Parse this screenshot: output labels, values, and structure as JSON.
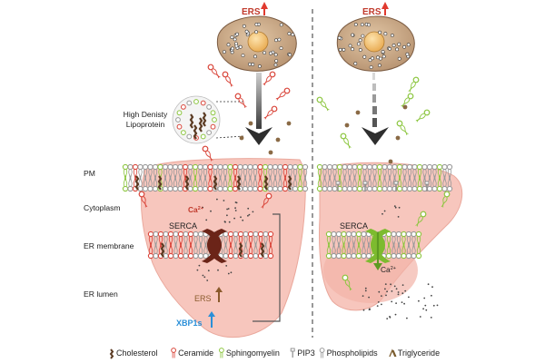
{
  "labels": {
    "ers": "ERS",
    "hdl_line1": "High Denisty",
    "hdl_line2": "Lipoprotein",
    "pm": "PM",
    "cytoplasm": "Cytoplasm",
    "er_membrane": "ER membrane",
    "er_lumen": "ER lumen",
    "serca": "SERCA",
    "ca": "Ca",
    "ca_sup": "2+",
    "xbp1s": "XBP1s"
  },
  "legend": [
    {
      "key": "cholesterol",
      "label": "Cholesterol"
    },
    {
      "key": "ceramide",
      "label": "Ceramide"
    },
    {
      "key": "sphingomyelin",
      "label": "Sphingomyelin"
    },
    {
      "key": "pip3",
      "label": "PIP3"
    },
    {
      "key": "phospholipids",
      "label": "Phospholipids"
    },
    {
      "key": "triglyceride",
      "label": "Triglyceride"
    }
  ],
  "colors": {
    "liver": "#f7c6bd",
    "liver_edge": "#eaa89c",
    "er_region": "#f2b3a8",
    "ceramide": "#d9453a",
    "sphingomyelin": "#8cc63f",
    "cholesterol": "#5a3a22",
    "pip3": "#8c8c8c",
    "phospholipid": "#9a9a9a",
    "triglyceride": "#7a5c2e",
    "serca_left": "#6b2418",
    "serca_right": "#7dbb2f",
    "ers_arrow": "#e03a2f",
    "ers_label": "#c0392b",
    "xbp1s": "#2a8fd8",
    "cell": "#c9a98a",
    "nucleus": "#f0c07a",
    "arrow_dark": "#333333"
  },
  "icons": [
    "cholesterol-icon",
    "ceramide-icon",
    "sphingomyelin-icon",
    "pip3-icon",
    "phospholipid-icon",
    "triglyceride-icon",
    "up-arrow-icon",
    "down-arrow-icon"
  ]
}
